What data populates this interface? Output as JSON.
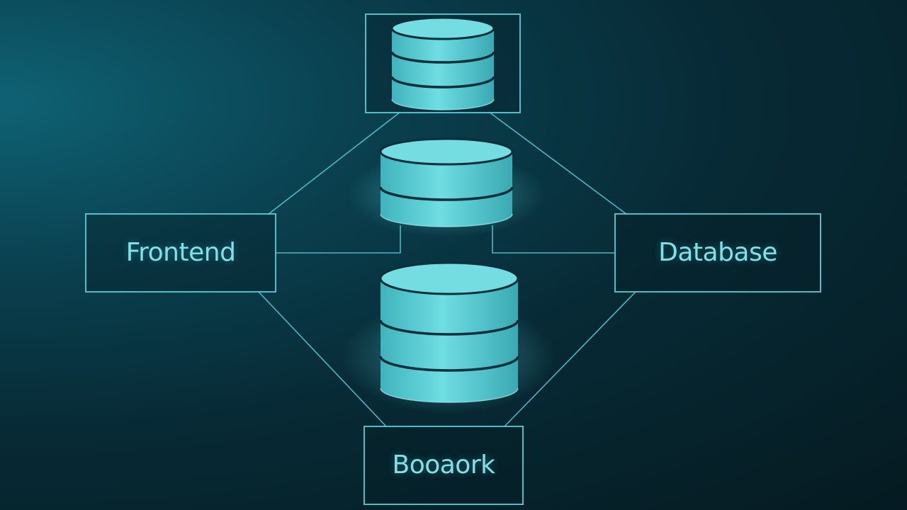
{
  "nodes": {
    "frontend": {
      "label": "Frontend"
    },
    "database": {
      "label": "Database"
    },
    "backend": {
      "label": "Booaork"
    }
  },
  "icons": [
    "database-cylinder-icon",
    "database-cylinder-icon",
    "database-cylinder-icon"
  ],
  "colors": {
    "accent": "#58cfd6",
    "cylinder": "#4fc6ce",
    "background": "#072a35"
  }
}
